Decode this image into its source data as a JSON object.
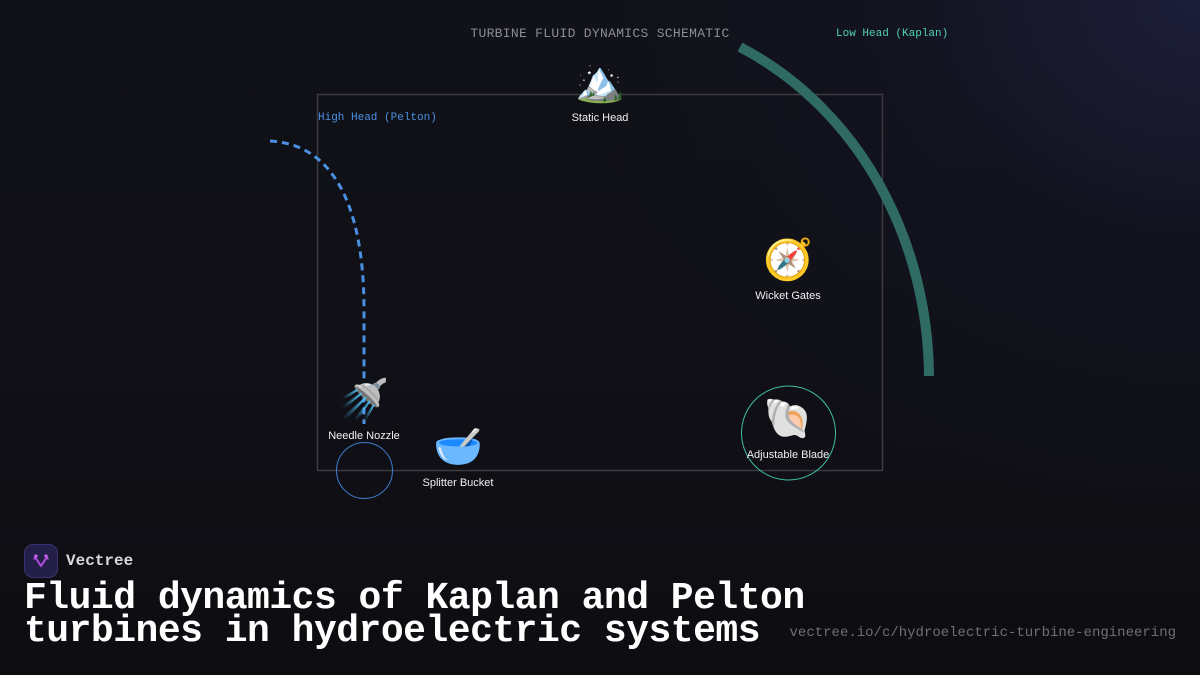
{
  "schematic": {
    "title": "TURBINE FLUID DYNAMICS SCHEMATIC",
    "arcs": [
      {
        "id": "kaplan",
        "label": "Low Head (Kaplan)",
        "color": "#2f6b62",
        "label_color": "#4fd1b8",
        "style": "solid"
      },
      {
        "id": "pelton",
        "label": "High Head (Pelton)",
        "color": "#4a90e2",
        "label_color": "#4a90e2",
        "style": "dashed"
      }
    ],
    "nodes": [
      {
        "id": "static-head",
        "label": "Static Head",
        "icon": "mountain-icon",
        "glyph": "🏔️"
      },
      {
        "id": "wicket-gates",
        "label": "Wicket Gates",
        "icon": "compass-icon",
        "glyph": "🧭"
      },
      {
        "id": "needle-nozzle",
        "label": "Needle Nozzle",
        "icon": "shower-icon",
        "glyph": "🚿"
      },
      {
        "id": "splitter-bucket",
        "label": "Splitter Bucket",
        "icon": "bowl-icon",
        "glyph": "🥣"
      },
      {
        "id": "adjustable-blade",
        "label": "Adjustable Blade",
        "icon": "spiral-shell-icon",
        "glyph": "🐚"
      }
    ],
    "colors": {
      "frame": "#3a3a40",
      "pelton_ring": "#3f7fd0",
      "kaplan_ring": "#3fbfa5"
    }
  },
  "footer": {
    "brand": "Vectree",
    "headline_line1": "Fluid dynamics of Kaplan and Pelton",
    "headline_line2": "turbines in hydroelectric systems",
    "url": "vectree.io/c/hydroelectric-turbine-engineering"
  }
}
